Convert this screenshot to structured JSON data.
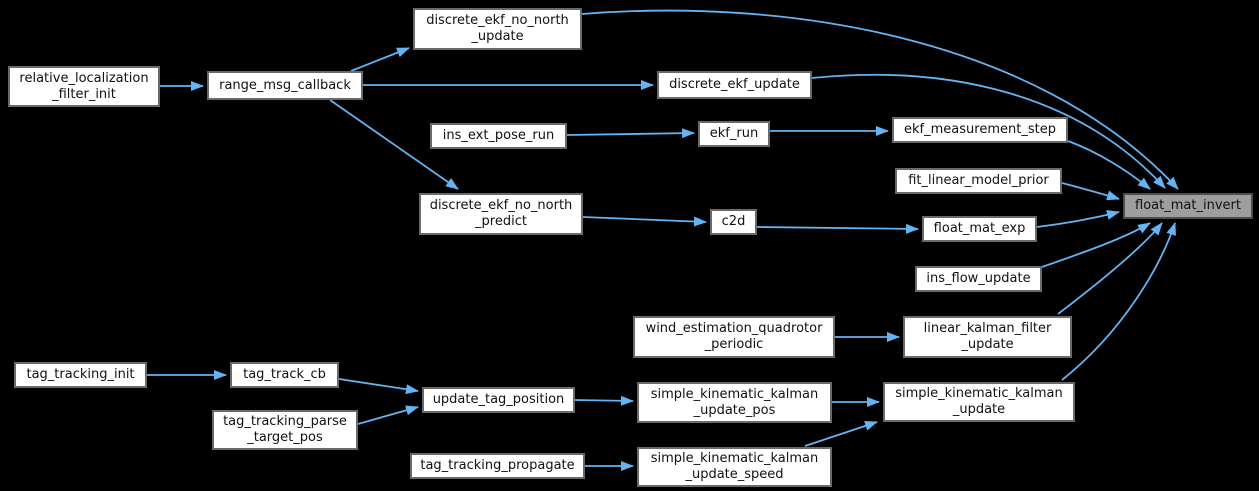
{
  "diagram": {
    "type": "call-graph",
    "focus_node": "float_mat_invert",
    "nodes": [
      {
        "id": "relative_localization_filter_init",
        "label": "relative_localization\n_filter_init"
      },
      {
        "id": "range_msg_callback",
        "label": "range_msg_callback"
      },
      {
        "id": "discrete_ekf_no_north_update",
        "label": "discrete_ekf_no_north\n_update"
      },
      {
        "id": "discrete_ekf_update",
        "label": "discrete_ekf_update"
      },
      {
        "id": "ins_ext_pose_run",
        "label": "ins_ext_pose_run"
      },
      {
        "id": "ekf_run",
        "label": "ekf_run"
      },
      {
        "id": "ekf_measurement_step",
        "label": "ekf_measurement_step"
      },
      {
        "id": "fit_linear_model_prior",
        "label": "fit_linear_model_prior"
      },
      {
        "id": "float_mat_invert",
        "label": "float_mat_invert"
      },
      {
        "id": "discrete_ekf_no_north_predict",
        "label": "discrete_ekf_no_north\n_predict"
      },
      {
        "id": "c2d",
        "label": "c2d"
      },
      {
        "id": "float_mat_exp",
        "label": "float_mat_exp"
      },
      {
        "id": "ins_flow_update",
        "label": "ins_flow_update"
      },
      {
        "id": "wind_estimation_quadrotor_periodic",
        "label": "wind_estimation_quadrotor\n_periodic"
      },
      {
        "id": "linear_kalman_filter_update",
        "label": "linear_kalman_filter\n_update"
      },
      {
        "id": "tag_tracking_init",
        "label": "tag_tracking_init"
      },
      {
        "id": "tag_track_cb",
        "label": "tag_track_cb"
      },
      {
        "id": "tag_tracking_parse_target_pos",
        "label": "tag_tracking_parse\n_target_pos"
      },
      {
        "id": "update_tag_position",
        "label": "update_tag_position"
      },
      {
        "id": "simple_kinematic_kalman_update_pos",
        "label": "simple_kinematic_kalman\n_update_pos"
      },
      {
        "id": "simple_kinematic_kalman_update",
        "label": "simple_kinematic_kalman\n_update"
      },
      {
        "id": "tag_tracking_propagate",
        "label": "tag_tracking_propagate"
      },
      {
        "id": "simple_kinematic_kalman_update_speed",
        "label": "simple_kinematic_kalman\n_update_speed"
      }
    ],
    "edges": [
      {
        "from": "relative_localization_filter_init",
        "to": "range_msg_callback"
      },
      {
        "from": "range_msg_callback",
        "to": "discrete_ekf_no_north_update"
      },
      {
        "from": "range_msg_callback",
        "to": "discrete_ekf_update"
      },
      {
        "from": "range_msg_callback",
        "to": "discrete_ekf_no_north_predict"
      },
      {
        "from": "discrete_ekf_no_north_update",
        "to": "float_mat_invert"
      },
      {
        "from": "discrete_ekf_update",
        "to": "float_mat_invert"
      },
      {
        "from": "ins_ext_pose_run",
        "to": "ekf_run"
      },
      {
        "from": "ekf_run",
        "to": "ekf_measurement_step"
      },
      {
        "from": "ekf_measurement_step",
        "to": "float_mat_invert"
      },
      {
        "from": "fit_linear_model_prior",
        "to": "float_mat_invert"
      },
      {
        "from": "discrete_ekf_no_north_predict",
        "to": "c2d"
      },
      {
        "from": "c2d",
        "to": "float_mat_exp"
      },
      {
        "from": "float_mat_exp",
        "to": "float_mat_invert"
      },
      {
        "from": "ins_flow_update",
        "to": "float_mat_invert"
      },
      {
        "from": "wind_estimation_quadrotor_periodic",
        "to": "linear_kalman_filter_update"
      },
      {
        "from": "linear_kalman_filter_update",
        "to": "float_mat_invert"
      },
      {
        "from": "tag_tracking_init",
        "to": "tag_track_cb"
      },
      {
        "from": "tag_track_cb",
        "to": "update_tag_position"
      },
      {
        "from": "tag_tracking_parse_target_pos",
        "to": "update_tag_position"
      },
      {
        "from": "update_tag_position",
        "to": "simple_kinematic_kalman_update_pos"
      },
      {
        "from": "simple_kinematic_kalman_update_pos",
        "to": "simple_kinematic_kalman_update"
      },
      {
        "from": "tag_tracking_propagate",
        "to": "simple_kinematic_kalman_update_speed"
      },
      {
        "from": "simple_kinematic_kalman_update_speed",
        "to": "simple_kinematic_kalman_update"
      },
      {
        "from": "simple_kinematic_kalman_update",
        "to": "float_mat_invert"
      }
    ]
  },
  "colors": {
    "background": "#000000",
    "edge": "#63b4f2",
    "node_fill": "#ffffff",
    "node_border": "#6a6a6a",
    "focus_fill": "#9e9e9e",
    "focus_border": "#4d4d4d",
    "text": "#111111"
  }
}
